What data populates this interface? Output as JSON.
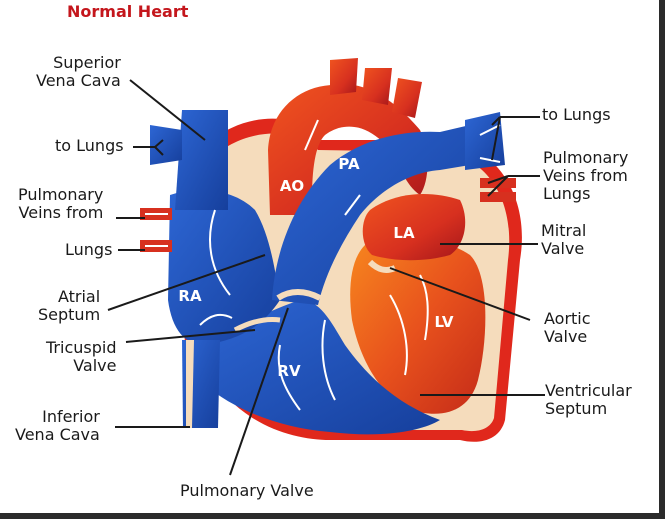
{
  "title": "Normal Heart",
  "labels": {
    "superior_vena_cava": "Superior\nVena Cava",
    "to_lungs_left": "to Lungs",
    "pulmonary_veins_left": "Pulmonary\nVeins from",
    "lungs_left": "Lungs",
    "atrial_septum": "Atrial\nSeptum",
    "tricuspid_valve": "Tricuspid\nValve",
    "inferior_vena_cava": "Inferior\nVena Cava",
    "pulmonary_valve": "Pulmonary Valve",
    "to_lungs_right": "to Lungs",
    "pulmonary_veins_right": "Pulmonary\nVeins from\nLungs",
    "mitral_valve": "Mitral\nValve",
    "aortic_valve": "Aortic\nValve",
    "ventricular_septum": "Ventricular\nSeptum"
  },
  "chambers": {
    "ao": "AO",
    "pa": "PA",
    "la": "LA",
    "ra": "RA",
    "rv": "RV",
    "lv": "LV"
  },
  "colors": {
    "title": "#c4161c",
    "oxygenated": "#d7301f",
    "deoxygenated": "#1f4fb8",
    "border_red": "#e0281c",
    "wall_cream": "#f5dcbc"
  }
}
